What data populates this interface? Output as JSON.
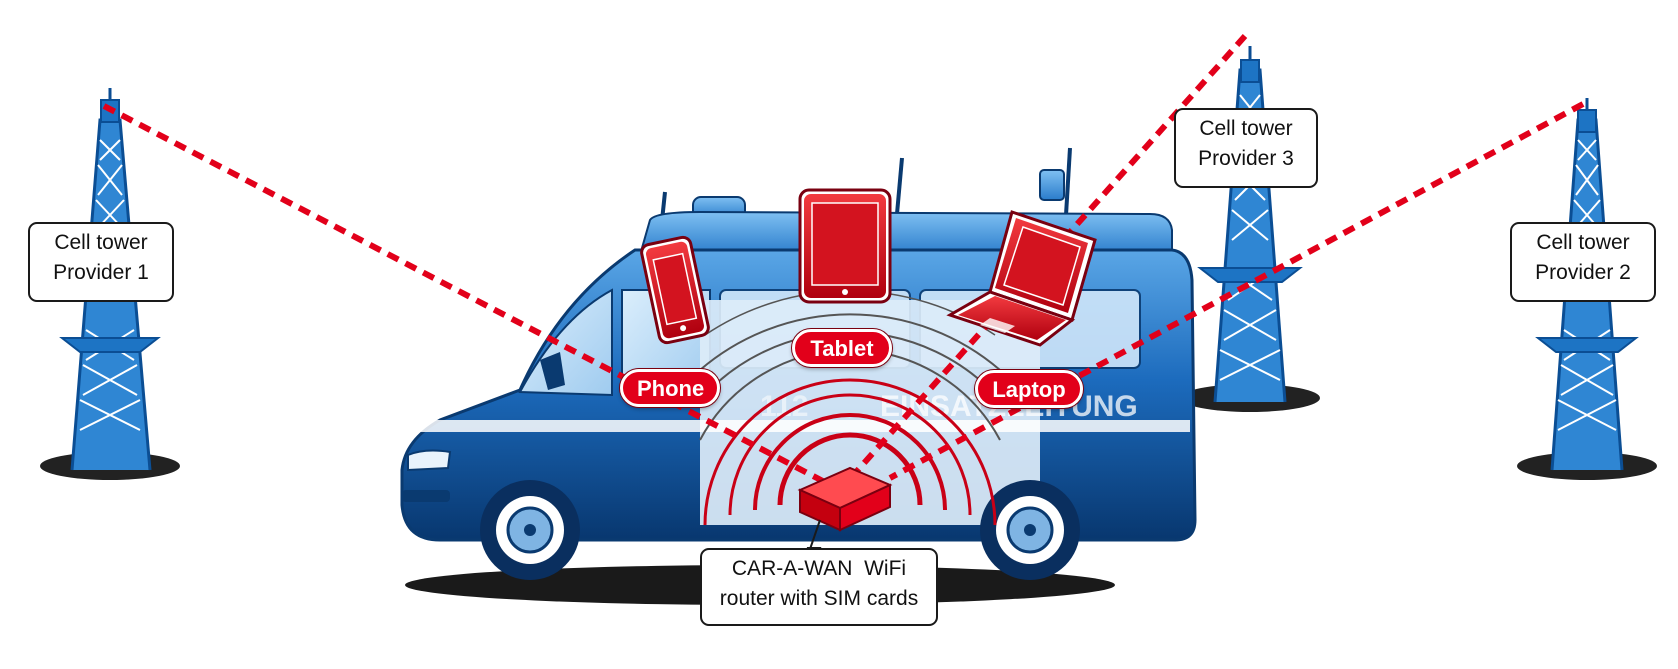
{
  "towers": [
    {
      "id": "provider-1",
      "label_line1": "Cell tower",
      "label_line2": "Provider 1"
    },
    {
      "id": "provider-3",
      "label_line1": "Cell tower",
      "label_line2": "Provider 3"
    },
    {
      "id": "provider-2",
      "label_line1": "Cell tower",
      "label_line2": "Provider 2"
    }
  ],
  "devices": {
    "phone": "Phone",
    "tablet": "Tablet",
    "laptop": "Laptop"
  },
  "router": {
    "line1": "CAR-A-WAN  WiFi",
    "line2": "router with SIM cards"
  },
  "van": {
    "number_text": "112",
    "side_text": "EINSATZLEITUNG"
  },
  "colors": {
    "accent_red": "#e2001a",
    "van_blue": "#0a4f94",
    "tower_blue": "#1664ae"
  }
}
